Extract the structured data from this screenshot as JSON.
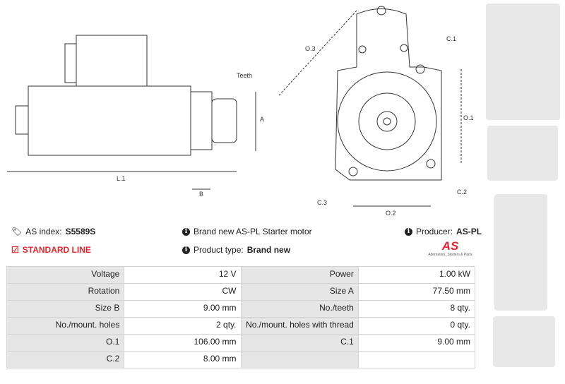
{
  "diagram": {
    "labels": {
      "teeth": "Teeth",
      "a": "A",
      "b": "B",
      "l1": "L.1",
      "o1": "O.1",
      "o2": "O.2",
      "o3": "O.3",
      "c1": "C.1",
      "c2": "C.2",
      "c3": "C.3"
    }
  },
  "info": {
    "as_index_label": "AS index:",
    "as_index": "S5589S",
    "line": "STANDARD LINE",
    "description": "Brand new AS-PL Starter motor",
    "product_type_label": "Product type:",
    "product_type": "Brand new",
    "producer_label": "Producer:",
    "producer": "AS-PL",
    "logo_text": "AS",
    "logo_tagline": "Alternators, Starters & Parts"
  },
  "specs": [
    [
      "Voltage",
      "12 V",
      "Power",
      "1.00 kW"
    ],
    [
      "Rotation",
      "CW",
      "Size A",
      "77.50 mm"
    ],
    [
      "Size B",
      "9.00 mm",
      "No./teeth",
      "8 qty."
    ],
    [
      "No./mount. holes",
      "2 qty.",
      "No./mount. holes with thread",
      "0 qty."
    ],
    [
      "O.1",
      "106.00 mm",
      "C.1",
      "9.00 mm"
    ],
    [
      "C.2",
      "8.00 mm",
      "",
      ""
    ]
  ],
  "colors": {
    "accent": "#e3262d"
  }
}
